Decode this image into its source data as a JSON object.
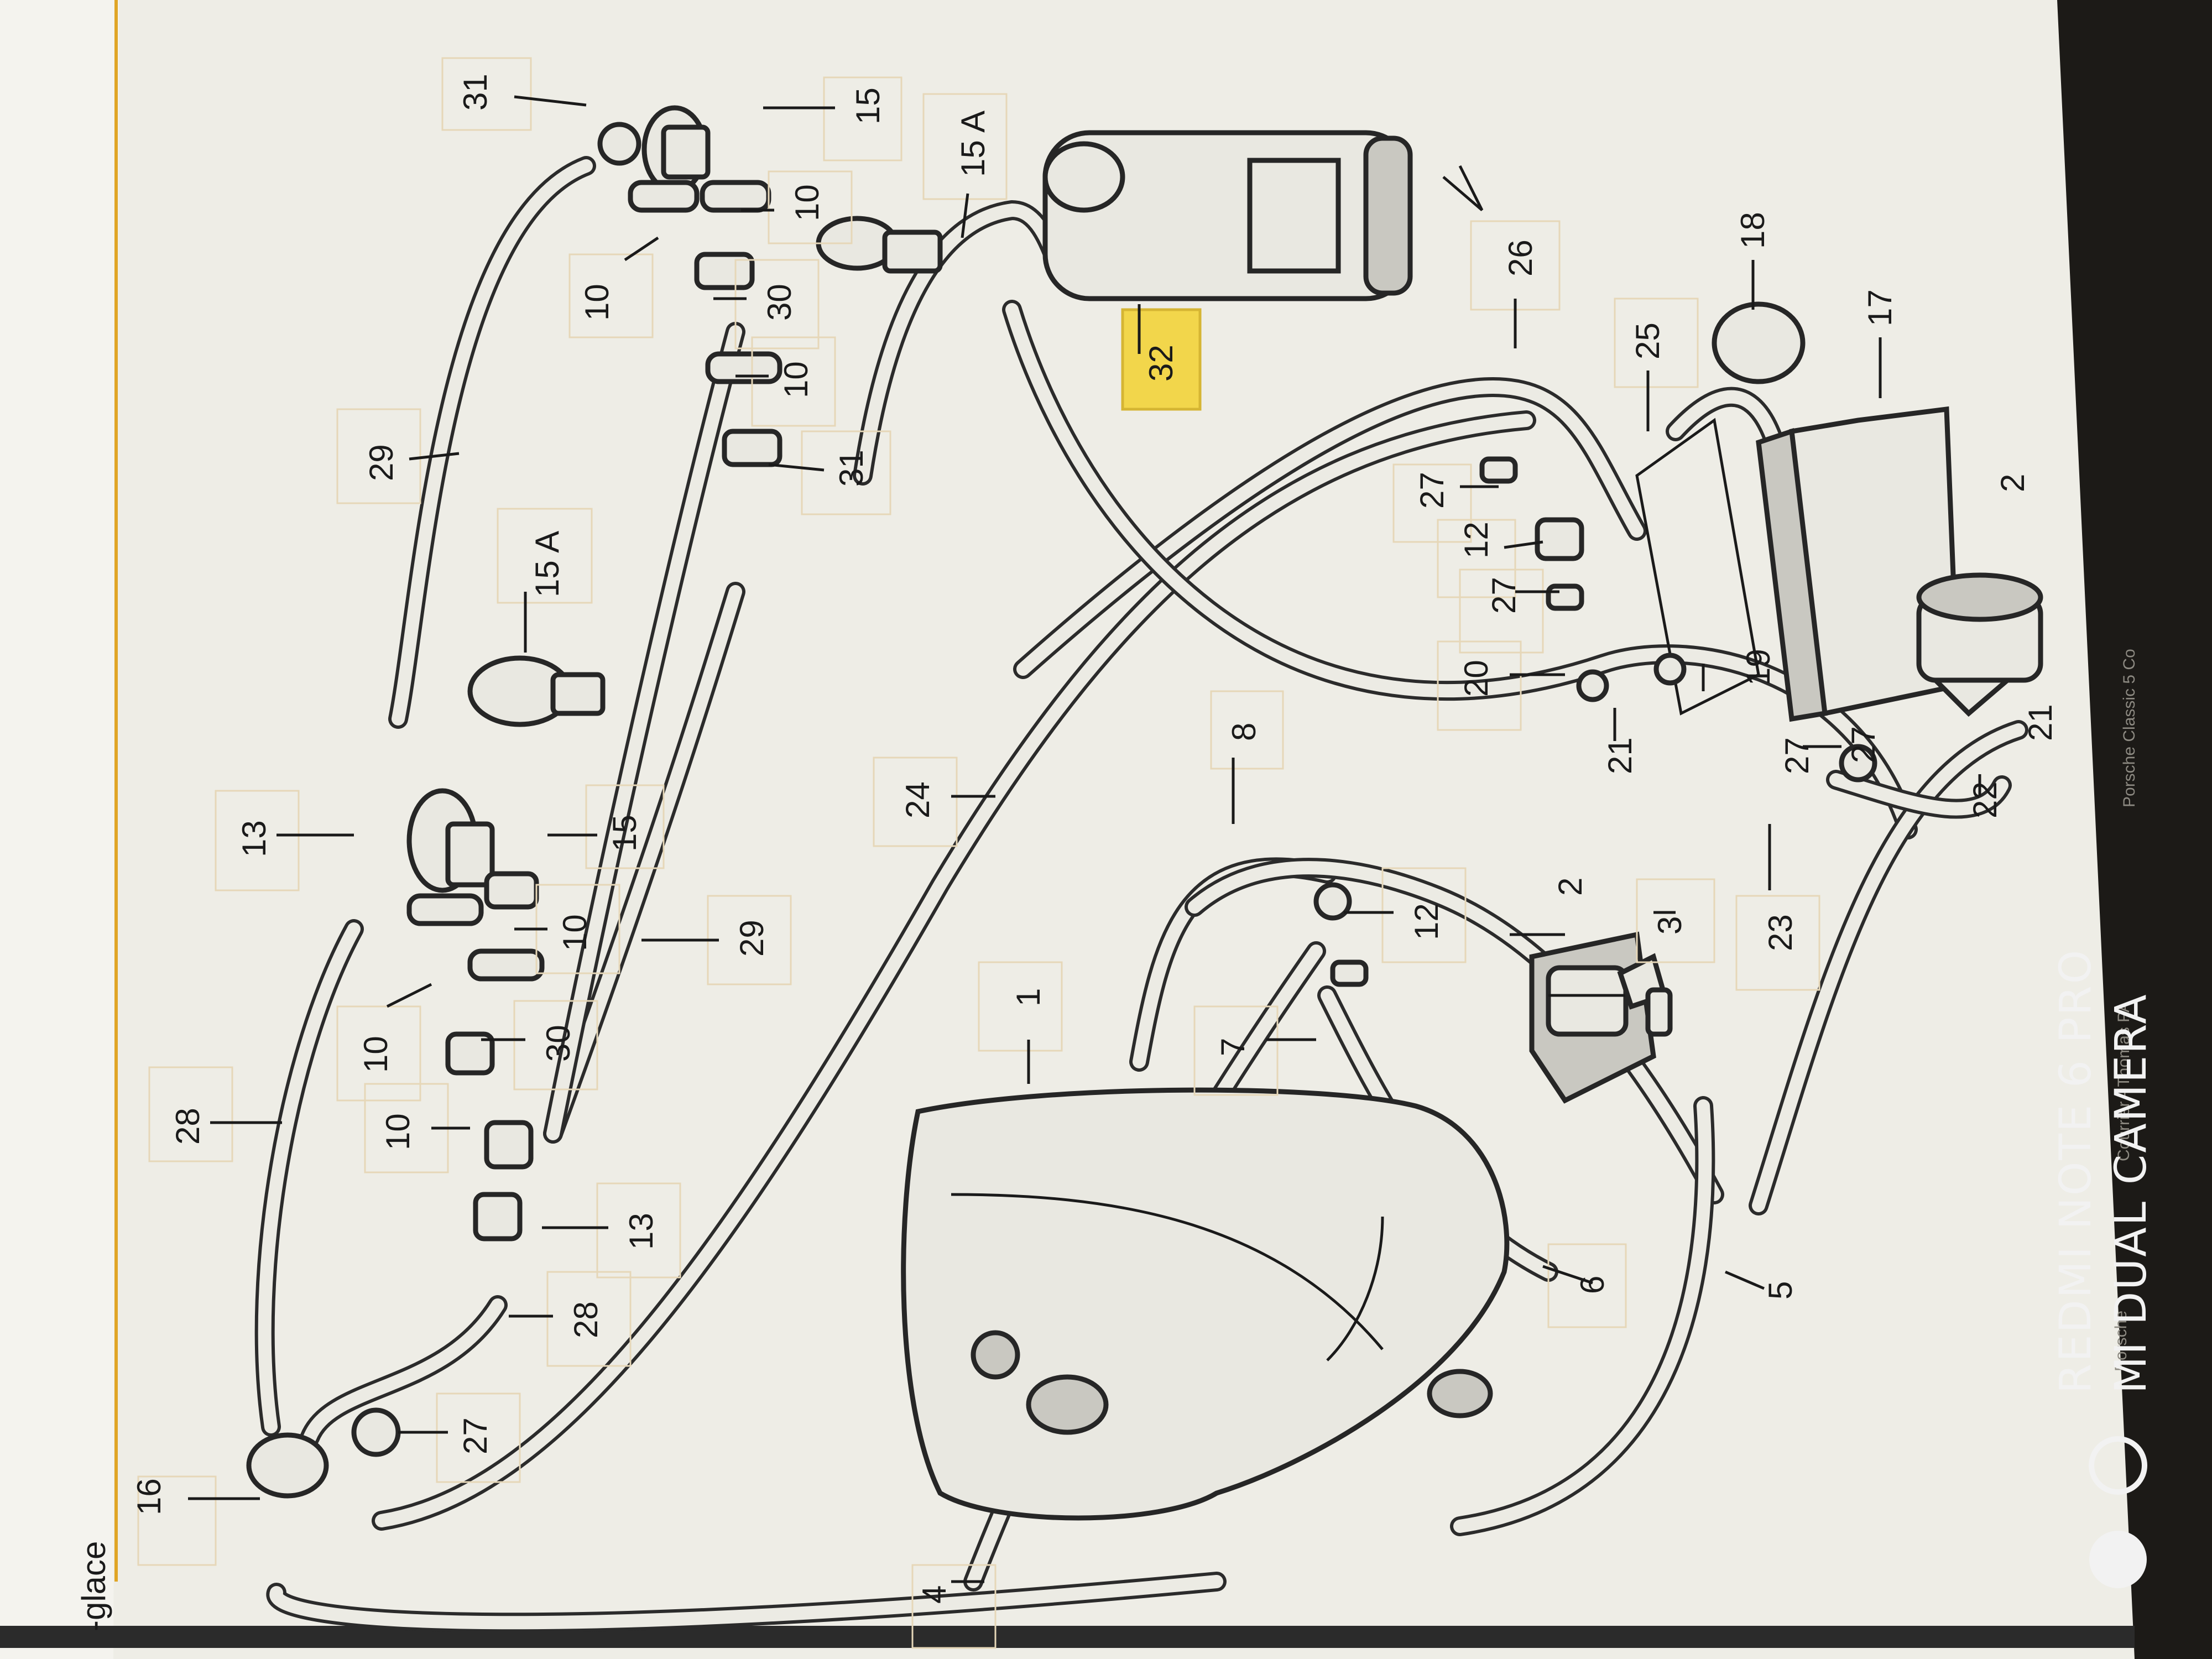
{
  "header": {
    "partial_title": "-glace"
  },
  "highlight_color": "#f2d64b",
  "callouts": [
    "31",
    "15",
    "15 A",
    "10",
    "10",
    "30",
    "10",
    "31",
    "29",
    "32",
    "26",
    "18",
    "17",
    "25",
    "27",
    "12",
    "27",
    "19",
    "20",
    "21",
    "15 A",
    "13",
    "15",
    "10",
    "10",
    "30",
    "29",
    "24",
    "8",
    "12",
    "2",
    "3",
    "28",
    "10",
    "13",
    "7",
    "1",
    "27",
    "23",
    "22",
    "27",
    "21",
    "2",
    "28",
    "27",
    "16",
    "6",
    "5",
    "4"
  ],
  "watermark": {
    "line1": "REDMI NOTE 6 PRO",
    "line2": "MI DUAL CAMERA"
  },
  "taskbar": [
    "Porsche Classic 5 Co",
    "Courrier - Thomas PA",
    "Porsche"
  ],
  "icons": [
    "circle-filled-icon",
    "circle-outline-icon"
  ]
}
